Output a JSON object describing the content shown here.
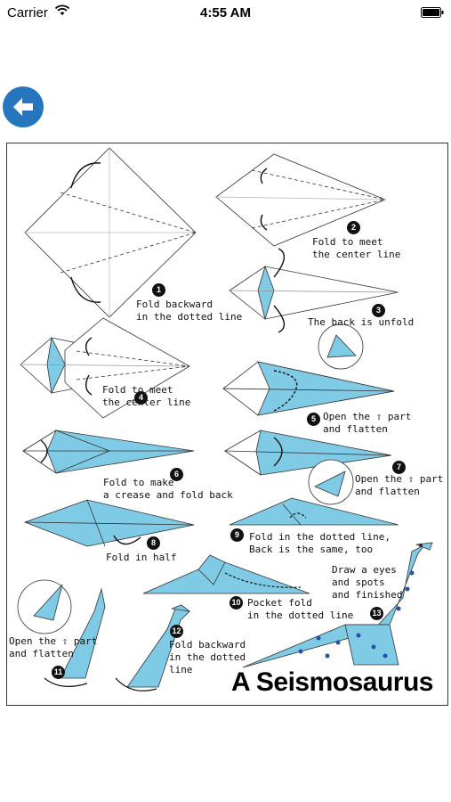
{
  "status_bar": {
    "carrier": "Carrier",
    "time": "4:55 AM"
  },
  "colors": {
    "accent": "#2576bf",
    "paper_blue": "#7fcbe6",
    "ink": "#111111"
  },
  "back_button": {
    "icon": "arrow-left-icon"
  },
  "diagram": {
    "title": "A Seismosaurus",
    "steps": [
      {
        "num": "1",
        "text": "Fold backward\nin the dotted line"
      },
      {
        "num": "2",
        "text": "Fold to meet\nthe center line"
      },
      {
        "num": "3",
        "text": "The back is unfold"
      },
      {
        "num": "4",
        "text": "Fold to meet\nthe center line"
      },
      {
        "num": "5",
        "text": "Open the ⇧ part\nand flatten"
      },
      {
        "num": "6",
        "text": "Fold to make\na crease and fold back"
      },
      {
        "num": "7",
        "text": "Open the ⇧ part\nand flatten"
      },
      {
        "num": "8",
        "text": "Fold in half"
      },
      {
        "num": "9",
        "text": "Fold in the dotted line,\nBack is the same, too"
      },
      {
        "num": "10",
        "text": "Pocket fold\nin the dotted line"
      },
      {
        "num": "11",
        "text": "Open the ⇧ part\nand flatten"
      },
      {
        "num": "12",
        "text": "Fold backward\nin the dotted\nline"
      },
      {
        "num": "13",
        "text": "Draw a eyes\nand spots\nand finished"
      }
    ]
  }
}
